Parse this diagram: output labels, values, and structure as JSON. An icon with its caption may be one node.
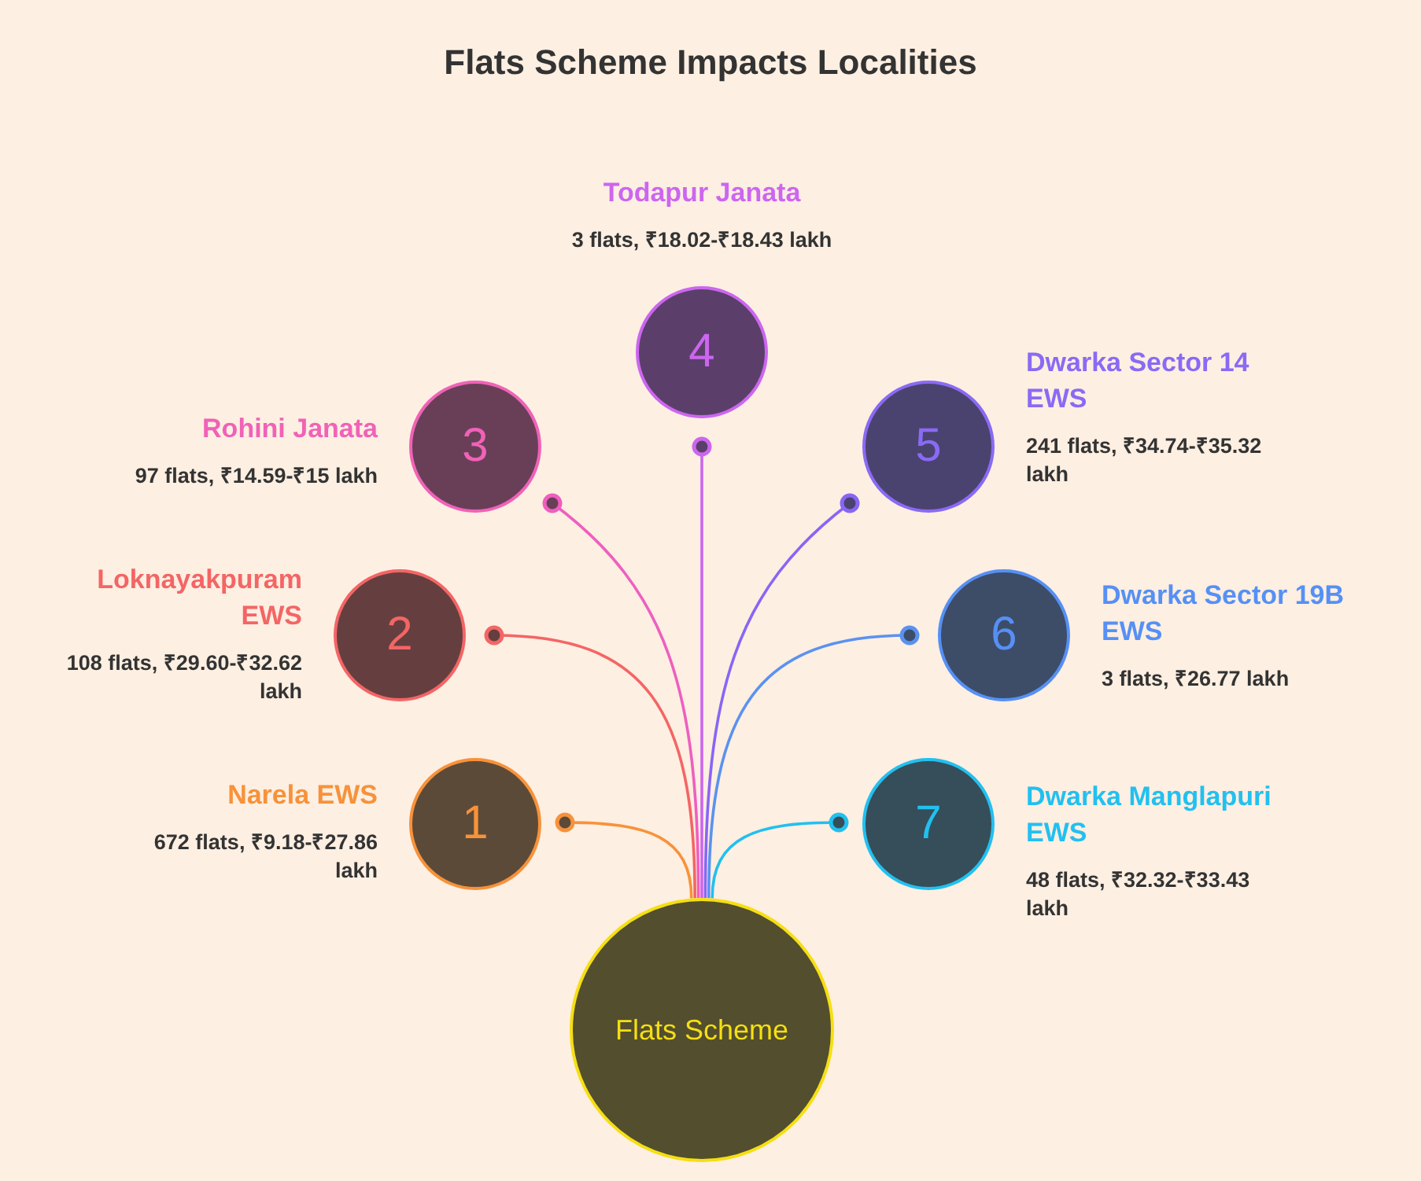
{
  "diagram": {
    "title": "Flats Scheme Impacts Localities",
    "nodes": [
      {
        "text": [
          "1"
        ],
        "beside": [
          "Narela EWS",
          "672 flats, ₹9.18-₹27.86 lakh"
        ]
      },
      {
        "text": [
          "2"
        ],
        "beside": [
          "Loknayakpuram EWS",
          "108 flats, ₹29.60-₹32.62 lakh"
        ]
      },
      {
        "text": [
          "3"
        ],
        "beside": [
          "Rohini Janata",
          "97 flats, ₹14.59-₹15 lakh"
        ]
      },
      {
        "text": [
          "4"
        ],
        "beside": [
          "Todapur Janata",
          "3 flats, ₹18.02-₹18.43 lakh"
        ]
      },
      {
        "text": [
          "5"
        ],
        "beside": [
          "Dwarka Sector 14 EWS",
          "241 flats, ₹34.74-₹35.32 lakh"
        ]
      },
      {
        "text": [
          "6"
        ],
        "beside": [
          "Dwarka Sector 19B EWS",
          "3 flats, ₹26.77 lakh"
        ]
      },
      {
        "text": [
          "7"
        ],
        "beside": [
          "Dwarka Manglapuri EWS",
          "48 flats, ₹32.32-₹33.43 lakh"
        ]
      },
      {
        "text": [
          "Flats Scheme"
        ]
      }
    ],
    "edges": [
      {
        "from": 7,
        "to": 0,
        "arrow": "other",
        "color": "#f7923a"
      },
      {
        "from": 7,
        "to": 1,
        "arrow": "other",
        "color": "#f46565"
      },
      {
        "from": 7,
        "to": 2,
        "arrow": "other",
        "color": "#ee5fbf"
      },
      {
        "from": 7,
        "to": 3,
        "arrow": "other",
        "color": "#cc66ee"
      },
      {
        "from": 7,
        "to": 4,
        "arrow": "other",
        "color": "#8866f5"
      },
      {
        "from": 7,
        "to": 5,
        "arrow": "other",
        "color": "#5a92f0"
      },
      {
        "from": 7,
        "to": 6,
        "arrow": "other",
        "color": "#22c0ee"
      }
    ]
  }
}
